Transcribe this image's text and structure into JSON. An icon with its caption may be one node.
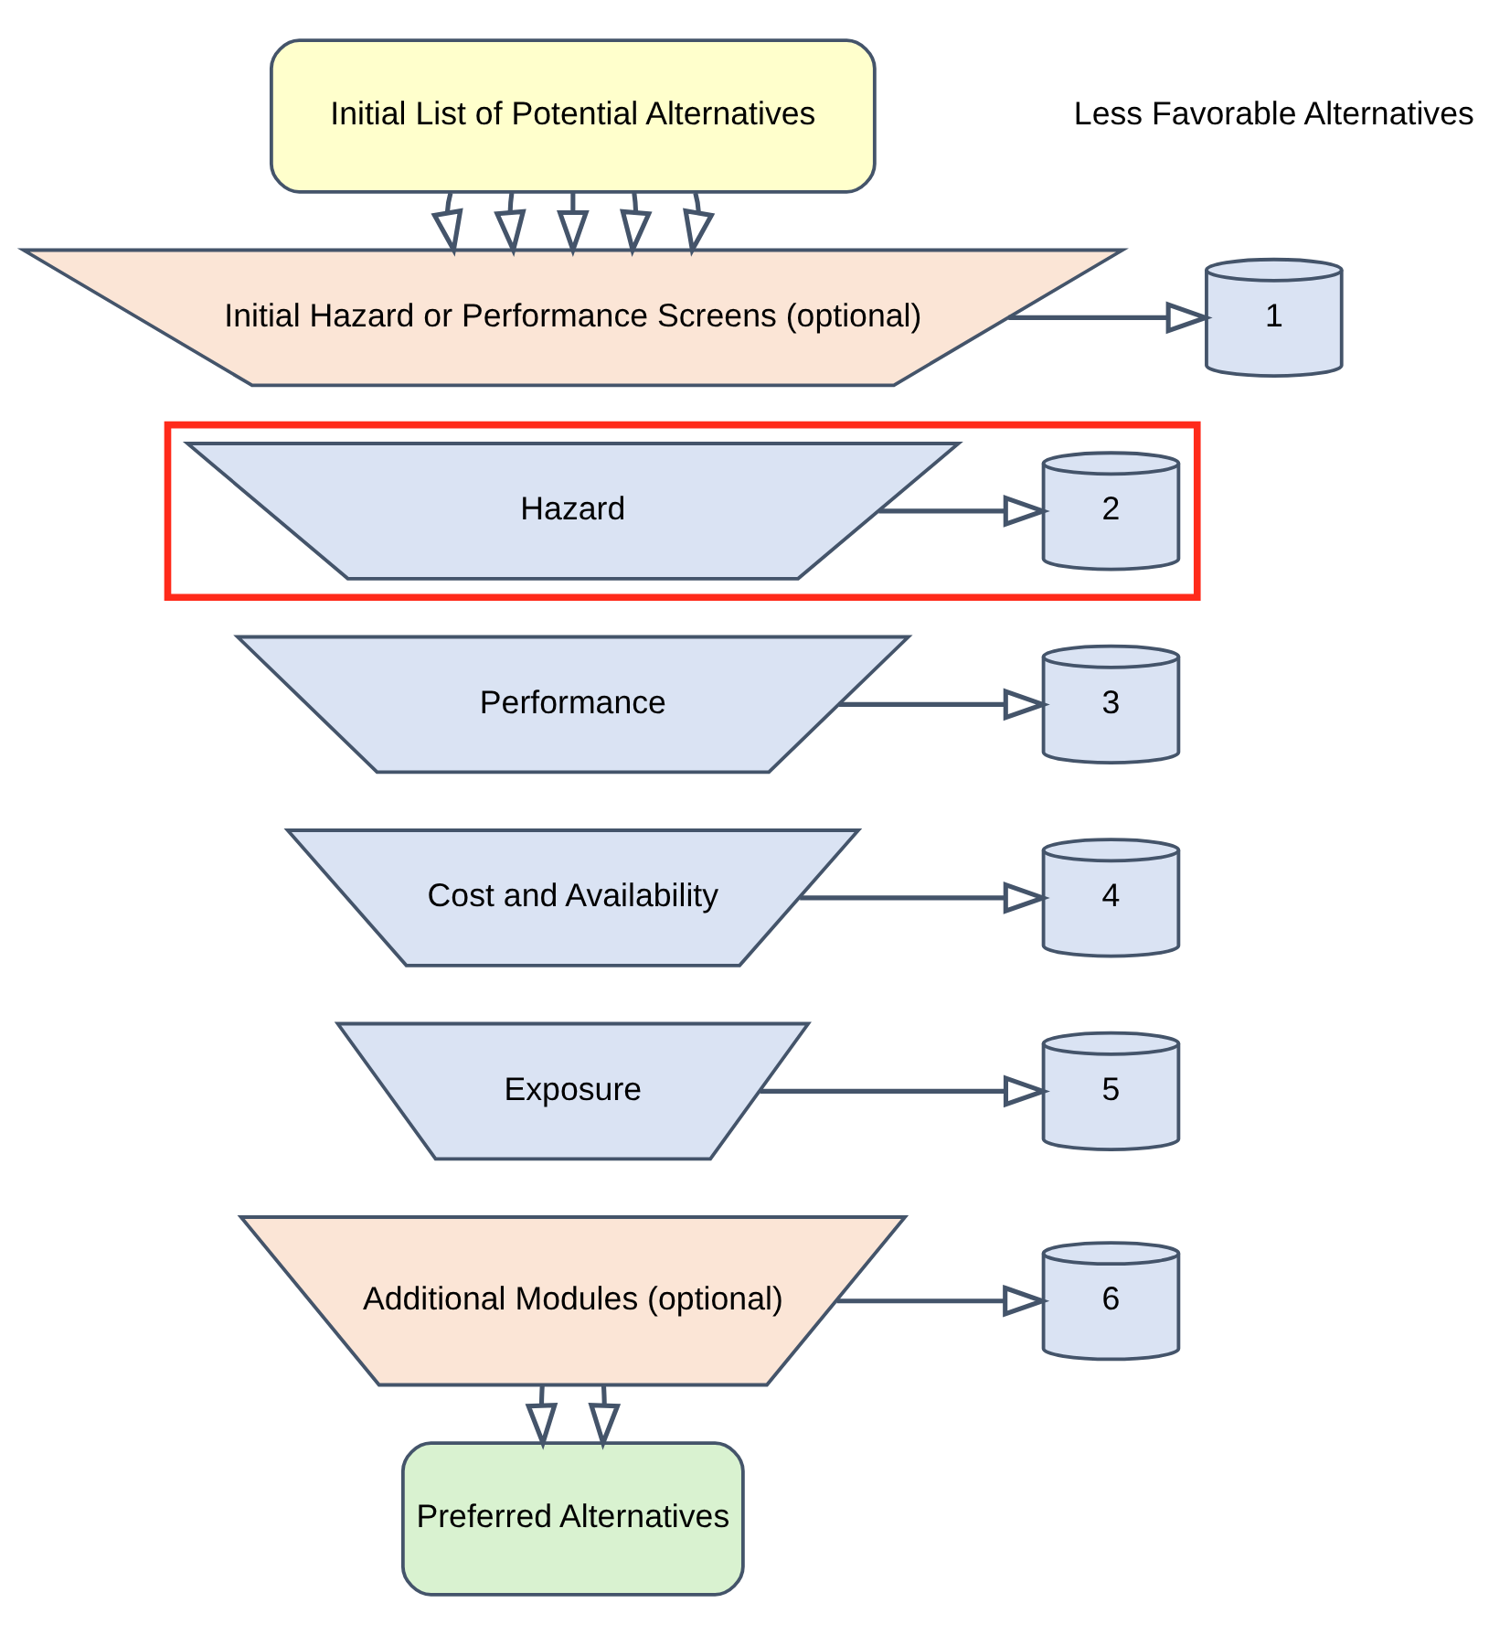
{
  "diagram": {
    "nodes": [
      {
        "text": [
          "Initial List of Potential Alternatives"
        ]
      },
      {
        "text": [
          "Initial Hazard or Performance Screens (optional)"
        ]
      },
      {
        "text": [
          "1"
        ]
      },
      {
        "text": [],
        "shape": "box"
      },
      {
        "text": [
          "Hazard"
        ],
        "in": 3
      },
      {
        "text": [
          "2"
        ],
        "in": 3
      },
      {
        "text": [
          "Performance"
        ]
      },
      {
        "text": [
          "3"
        ]
      },
      {
        "text": [
          "Cost and Availability"
        ]
      },
      {
        "text": [
          "4"
        ]
      },
      {
        "text": [
          "Exposure"
        ]
      },
      {
        "text": [
          "5"
        ]
      },
      {
        "text": [
          "Additional Modules (optional)"
        ]
      },
      {
        "text": [
          "6"
        ]
      },
      {
        "text": [
          "Preferred Alternatives"
        ]
      }
    ],
    "edges": [
      {
        "from": 0,
        "to": 1,
        "arrow": "to"
      },
      {
        "from": 0,
        "to": 1,
        "arrow": "to"
      },
      {
        "from": 0,
        "to": 1,
        "arrow": "to"
      },
      {
        "from": 0,
        "to": 1,
        "arrow": "to"
      },
      {
        "from": 0,
        "to": 1,
        "arrow": "to"
      },
      {
        "from": 1,
        "to": 2,
        "arrow": "to"
      },
      {
        "from": 4,
        "to": 5,
        "arrow": "to"
      },
      {
        "from": 6,
        "to": 7,
        "arrow": "to"
      },
      {
        "from": 8,
        "to": 9,
        "arrow": "to"
      },
      {
        "from": 10,
        "to": 11,
        "arrow": "to"
      },
      {
        "from": 12,
        "to": 13,
        "arrow": "to"
      },
      {
        "from": 12,
        "to": 14,
        "arrow": "to"
      },
      {
        "from": 12,
        "to": 14,
        "arrow": "to"
      }
    ],
    "labels": [
      "Less Favorable Alternatives"
    ]
  }
}
